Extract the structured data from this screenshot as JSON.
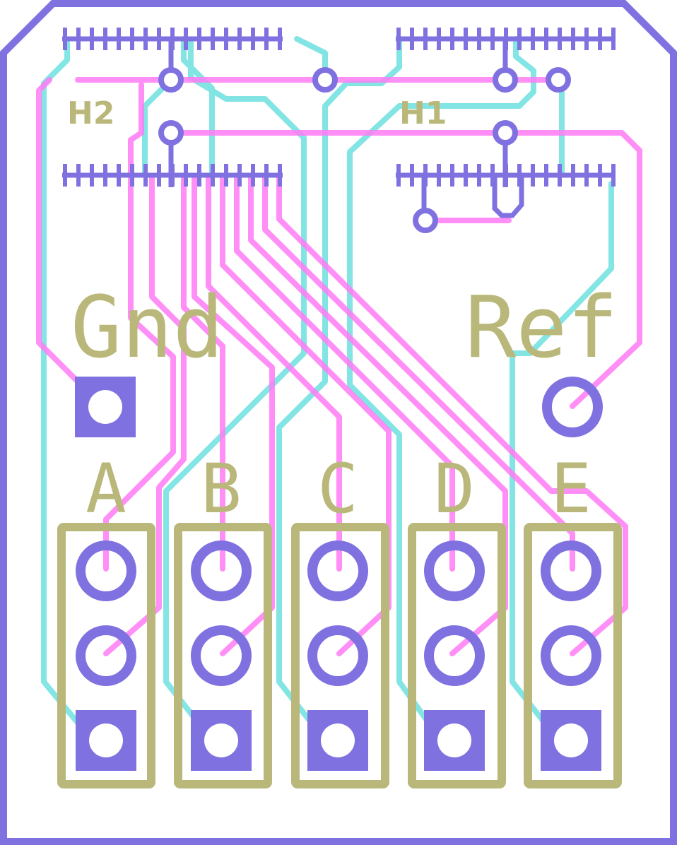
{
  "colors": {
    "outline": "#7f72e0",
    "pad": "#7f72e0",
    "trace_front": "#ff7cf5",
    "trace_back": "#6ee0e0",
    "silk": "#b9b87a"
  },
  "labels": {
    "header_left": "H2",
    "header_right": "H1",
    "ground": "Gnd",
    "reference": "Ref",
    "channel_a": "A",
    "channel_b": "B",
    "channel_c": "C",
    "channel_d": "D",
    "channel_e": "E"
  }
}
